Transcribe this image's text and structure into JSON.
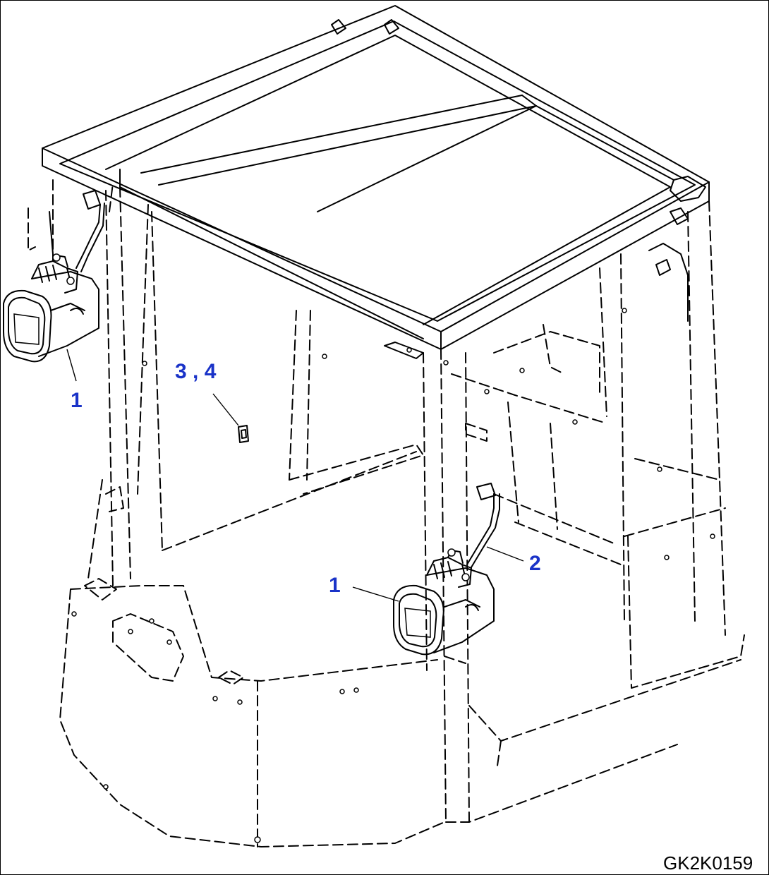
{
  "drawing_code": "GK2K0159",
  "callouts": {
    "lamp_left": "1",
    "lamp_right": "1",
    "harness": "2",
    "clip": "3 , 4"
  },
  "colors": {
    "callout": "#1a33c8",
    "line": "#000000",
    "background": "#ffffff"
  }
}
